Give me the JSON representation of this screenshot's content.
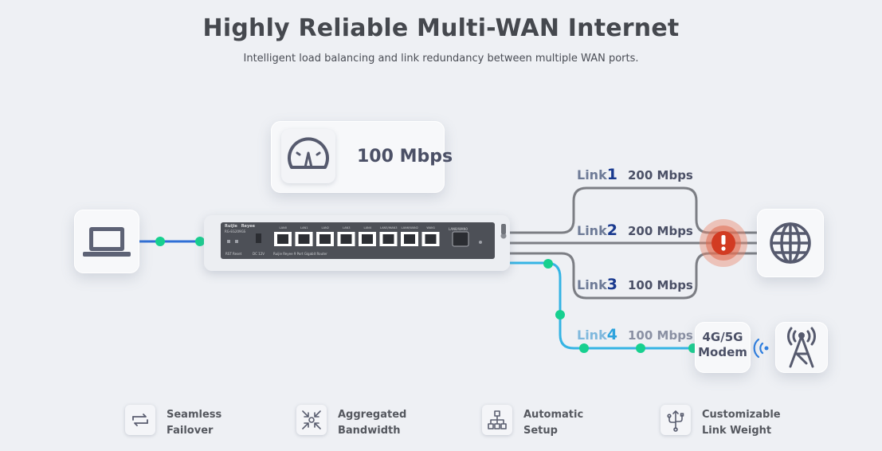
{
  "header": {
    "title": "Highly Reliable Multi-WAN Internet",
    "subtitle": "Intelligent load balancing and link redundancy between multiple WAN ports."
  },
  "speed_card": {
    "label": "100 Mbps",
    "icon": "speedometer-icon"
  },
  "router": {
    "brand": "Ruijie",
    "brand_sub": "Reyee",
    "model": "RG-EG209GS",
    "ports": [
      "LAN0",
      "LAN1",
      "LAN2",
      "LAN3",
      "LAN4",
      "LAN5/WAN3",
      "LAN6/WAN2",
      "WAN1"
    ],
    "sfp_label": "LAN8/WAN0",
    "rst_label": "RST Reset",
    "dc_label": "DC 12V",
    "footer": "Ruijie Reyee 9 Port Gigabit Router"
  },
  "links": [
    {
      "name": "Link",
      "num": "1",
      "speed": "200 Mbps",
      "color": "#1a3a8f"
    },
    {
      "name": "Link",
      "num": "2",
      "speed": "200 Mbps",
      "color": "#1a3a8f"
    },
    {
      "name": "Link",
      "num": "3",
      "speed": "100 Mbps",
      "color": "#1a3a8f"
    },
    {
      "name": "Link",
      "num": "4",
      "speed": "100 Mbps",
      "color": "#2ea3dd"
    }
  ],
  "modem": {
    "line1": "4G/5G",
    "line2": "Modem"
  },
  "icons": {
    "laptop": "laptop-icon",
    "globe": "globe-icon",
    "alert": "alert-icon",
    "tower": "cell-tower-icon",
    "wifi": "signal-waves-icon"
  },
  "features": [
    {
      "line1": "Seamless",
      "line2": "Failover",
      "icon": "failover-arrows-icon"
    },
    {
      "line1": "Aggregated",
      "line2": "Bandwidth",
      "icon": "aggregate-arrows-icon"
    },
    {
      "line1": "Automatic",
      "line2": "Setup",
      "icon": "network-tree-icon"
    },
    {
      "line1": "Customizable",
      "line2": "Link Weight",
      "icon": "usb-trident-icon"
    }
  ],
  "colors": {
    "lan_line": "#2f6fd6",
    "wan_line": "#7c7e84",
    "cellular_line": "#35b4e4",
    "node": "#17d08f",
    "alert": "#d23b22"
  }
}
